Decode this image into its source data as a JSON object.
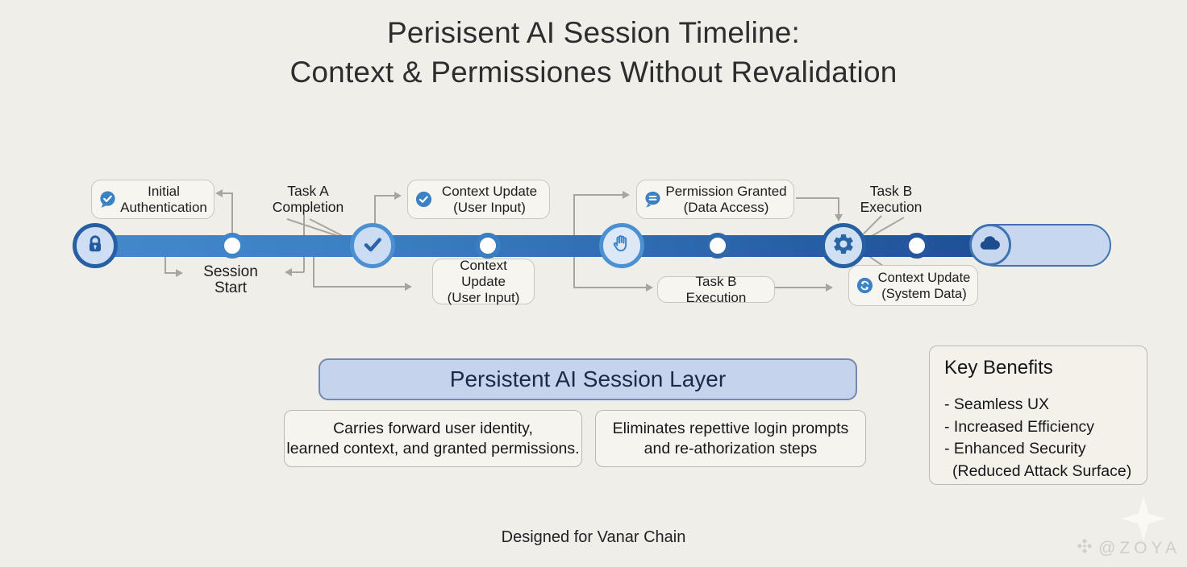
{
  "title": {
    "line1": "Perisisent AI Session Timeline:",
    "line2": "Context & Permissiones Without Revalidation"
  },
  "timeline": {
    "milestone_icons": [
      "lock",
      "check",
      "hand",
      "gear",
      "cloud"
    ],
    "callouts_above": {
      "initial_auth": {
        "line1": "Initial",
        "line2": "Authentication",
        "icon": "chat-check-icon"
      },
      "task_a": {
        "line1": "Task A",
        "line2": "Completion"
      },
      "context_update_user": {
        "line1": "Context Update",
        "line2": "(User Input)",
        "icon": "circle-check-icon"
      },
      "permission_granted": {
        "line1": "Permission Granted",
        "line2": "(Data Access)",
        "icon": "chat-lines-icon"
      },
      "task_b": {
        "line1": "Task B",
        "line2": "Execution"
      }
    },
    "callouts_below": {
      "session_start": {
        "label": "Session Start"
      },
      "context_update_user": {
        "line1": "Context Update",
        "line2": "(User Input)"
      },
      "task_b_execution": {
        "label": "Task B Execution"
      },
      "context_update_system": {
        "line1": "Context Update",
        "line2": "(System Data)",
        "icon": "sync-icon"
      }
    }
  },
  "session_layer": {
    "label": "Persistent AI Session Layer"
  },
  "descriptions": {
    "left": {
      "line1": "Carries forward user identity,",
      "line2": "learned context, and granted permissions."
    },
    "right": {
      "line1": "Eliminates repettive login prompts",
      "line2": "and re-athorization steps"
    }
  },
  "key_benefits": {
    "title": "Key Benefits",
    "items": [
      "- Seamless UX",
      "- Increased Efficiency",
      "- Enhanced Security",
      "(Reduced Attack Surface)"
    ]
  },
  "footer": {
    "credit": "Designed for Vanar Chain"
  },
  "watermark": {
    "handle": "@ZOYA"
  },
  "colors": {
    "background": "#efeee8",
    "bar_gradient_start": "#4289cb",
    "bar_gradient_end": "#1d4e96",
    "accent_blue": "#3b82c4",
    "dark_ring_blue": "#275fa4",
    "medium_ring_blue": "#4b90d2",
    "circle_fill": "#cfdef3",
    "pill_fill": "#c7d7f0",
    "layer_fill": "#c5d3ec",
    "layer_border": "#7489ad",
    "connector_gray": "#a8a69c"
  }
}
